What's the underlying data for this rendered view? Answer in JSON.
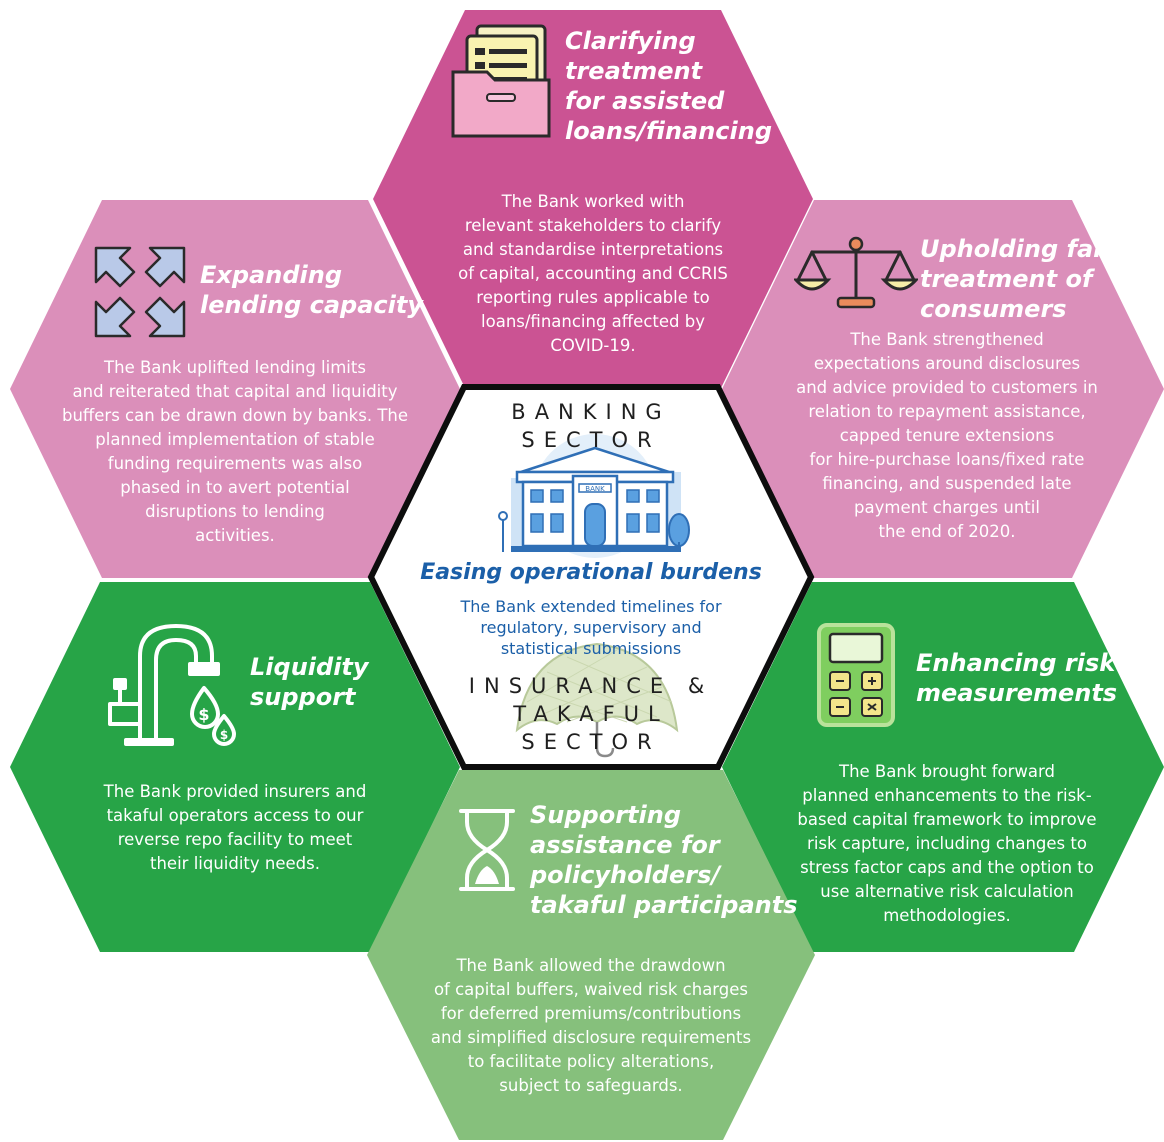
{
  "center": {
    "banking_line1": "BANKING",
    "banking_line2": "SECTOR",
    "bank_sign": "BANK",
    "heading": "Easing operational burdens",
    "body_lines": [
      "The Bank extended timelines for",
      "regulatory, supervisory and",
      "statistical submissions"
    ],
    "insurance_line1": "INSURANCE &",
    "insurance_line2": "TAKAFUL",
    "insurance_line3": "SECTOR"
  },
  "top": {
    "title_lines": [
      "Clarifying",
      "treatment",
      "for assisted",
      "loans/financing"
    ],
    "body_lines": [
      "The Bank worked with",
      "relevant stakeholders to clarify",
      "and standardise interpretations",
      "of capital, accounting and CCRIS",
      "reporting rules applicable to",
      "loans/financing affected by",
      "COVID-19."
    ],
    "icon": "folder-documents-icon",
    "color": "#cb5393"
  },
  "upper_left": {
    "title_lines": [
      "Expanding",
      "lending capacity"
    ],
    "body_lines": [
      "The Bank uplifted lending limits",
      "and reiterated that capital and liquidity",
      "buffers can be drawn down by banks. The",
      "planned implementation of stable",
      "funding requirements was also",
      "phased in to avert potential",
      "disruptions to lending",
      "activities."
    ],
    "icon": "expand-arrows-icon",
    "color": "#db8fba"
  },
  "upper_right": {
    "title_lines": [
      "Upholding fair",
      "treatment of",
      "consumers"
    ],
    "body_lines": [
      "The Bank strengthened",
      "expectations around disclosures",
      "and advice provided to customers in",
      "relation to repayment assistance,",
      "capped tenure extensions",
      "for hire-purchase loans/fixed rate",
      "financing, and suspended late",
      "payment charges until",
      "the end of 2020."
    ],
    "icon": "balance-scale-icon",
    "color": "#db8fba"
  },
  "lower_left": {
    "title_lines": [
      "Liquidity",
      "support"
    ],
    "body_lines": [
      "The Bank provided insurers and",
      "takaful operators access to our",
      "reverse repo facility to meet",
      "their liquidity needs."
    ],
    "icon": "faucet-money-icon",
    "color": "#27a447"
  },
  "lower_right": {
    "title_lines": [
      "Enhancing risk",
      "measurements"
    ],
    "body_lines": [
      "The Bank brought forward",
      "planned enhancements to the risk-",
      "based capital framework to improve",
      "risk capture, including changes to",
      "stress factor caps and the option to",
      "use alternative risk calculation",
      "methodologies."
    ],
    "icon": "calculator-icon",
    "color": "#27a447"
  },
  "bottom": {
    "title_lines": [
      "Supporting",
      "assistance for",
      "policyholders/",
      "takaful participants"
    ],
    "body_lines": [
      "The Bank allowed the drawdown",
      "of capital buffers, waived risk charges",
      "for deferred premiums/contributions",
      "and simplified disclosure requirements",
      "to facilitate policy alterations,",
      "subject to safeguards."
    ],
    "icon": "hourglass-icon",
    "color": "#86c07c"
  }
}
